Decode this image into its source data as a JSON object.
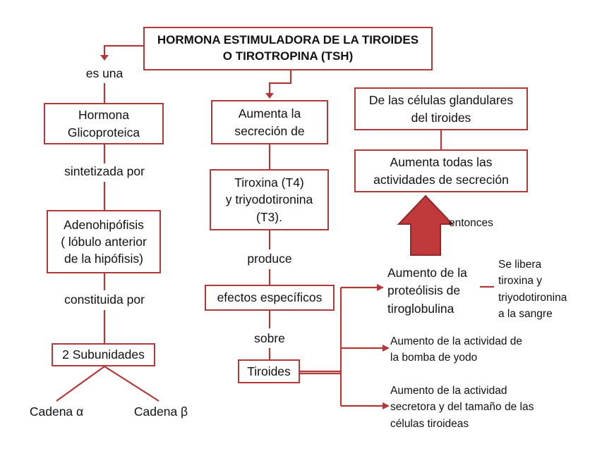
{
  "title": "HORMONA ESTIMULADORA DE LA TIROIDES\nO TIROTROPINA (TSH)",
  "left": {
    "link1": "es una",
    "box1": "Hormona\nGlicoproteica",
    "link2": "sintetizada por",
    "box2": "Adenohipófisis\n( lóbulo anterior\nde la hipófisis)",
    "link3": "constituida por",
    "box3": "2 Subunidades",
    "leaf_alpha": "Cadena α",
    "leaf_beta": "Cadena β"
  },
  "middle": {
    "box1": "Aumenta la\nsecreción de",
    "box2": "Tiroxina (T4)\ny triyodotironina\n(T3).",
    "link1": "produce",
    "box3": "efectos específicos",
    "link2": "sobre",
    "box4": "Tiroides"
  },
  "right": {
    "box1": "De las células glandulares\ndel tiroides",
    "box2": "Aumenta todas las\nactividades de secreción",
    "arrow_label": "entonces",
    "effect1": "Aumento de la\nproteólisis de\ntiroglobulina",
    "effect1_note": "Se libera\ntiroxina y\ntriyodotironina\na la sangre",
    "effect2": "Aumento de la actividad de\nla bomba de yodo",
    "effect3": "Aumento de la actividad\nsecretora y del tamaño de las\ncélulas tiroideas"
  },
  "colors": {
    "line": "#b03a3a",
    "arrow_fill": "#c0393b",
    "arrow_stroke": "#8e2a2a"
  }
}
